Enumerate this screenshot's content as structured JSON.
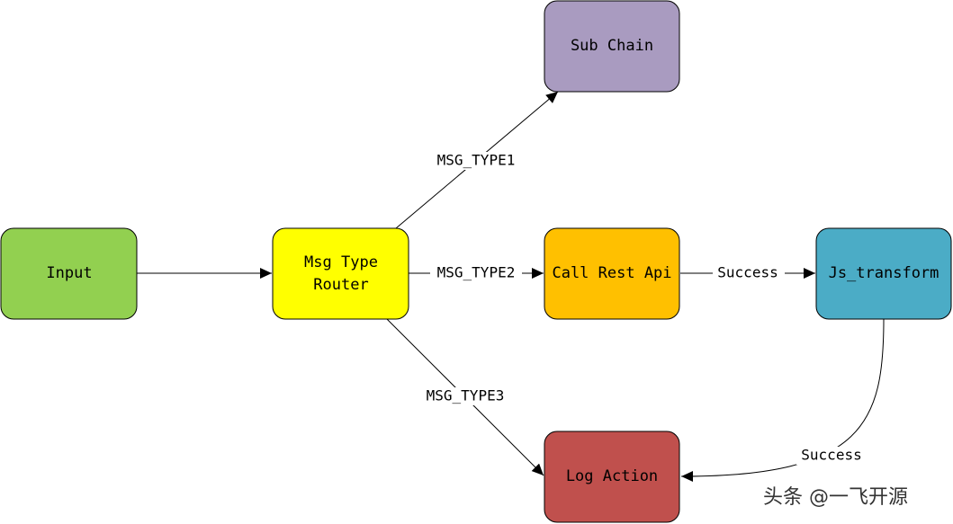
{
  "nodes": {
    "sub_chain": {
      "label": "Sub Chain",
      "color": "#A99BC0"
    },
    "input": {
      "label": "Input",
      "color": "#92D050"
    },
    "router": {
      "label_line1": "Msg Type",
      "label_line2": "Router",
      "color": "#FFFF00"
    },
    "call_rest": {
      "label": "Call Rest Api",
      "color": "#FFC000"
    },
    "js_transform": {
      "label": "Js_transform",
      "color": "#4BACC6"
    },
    "log_action": {
      "label": "Log Action",
      "color": "#C0504D"
    }
  },
  "edges": {
    "type1": "MSG_TYPE1",
    "type2": "MSG_TYPE2",
    "type3": "MSG_TYPE3",
    "success1": "Success",
    "success2": "Success"
  },
  "watermark": "头条 @一飞开源"
}
